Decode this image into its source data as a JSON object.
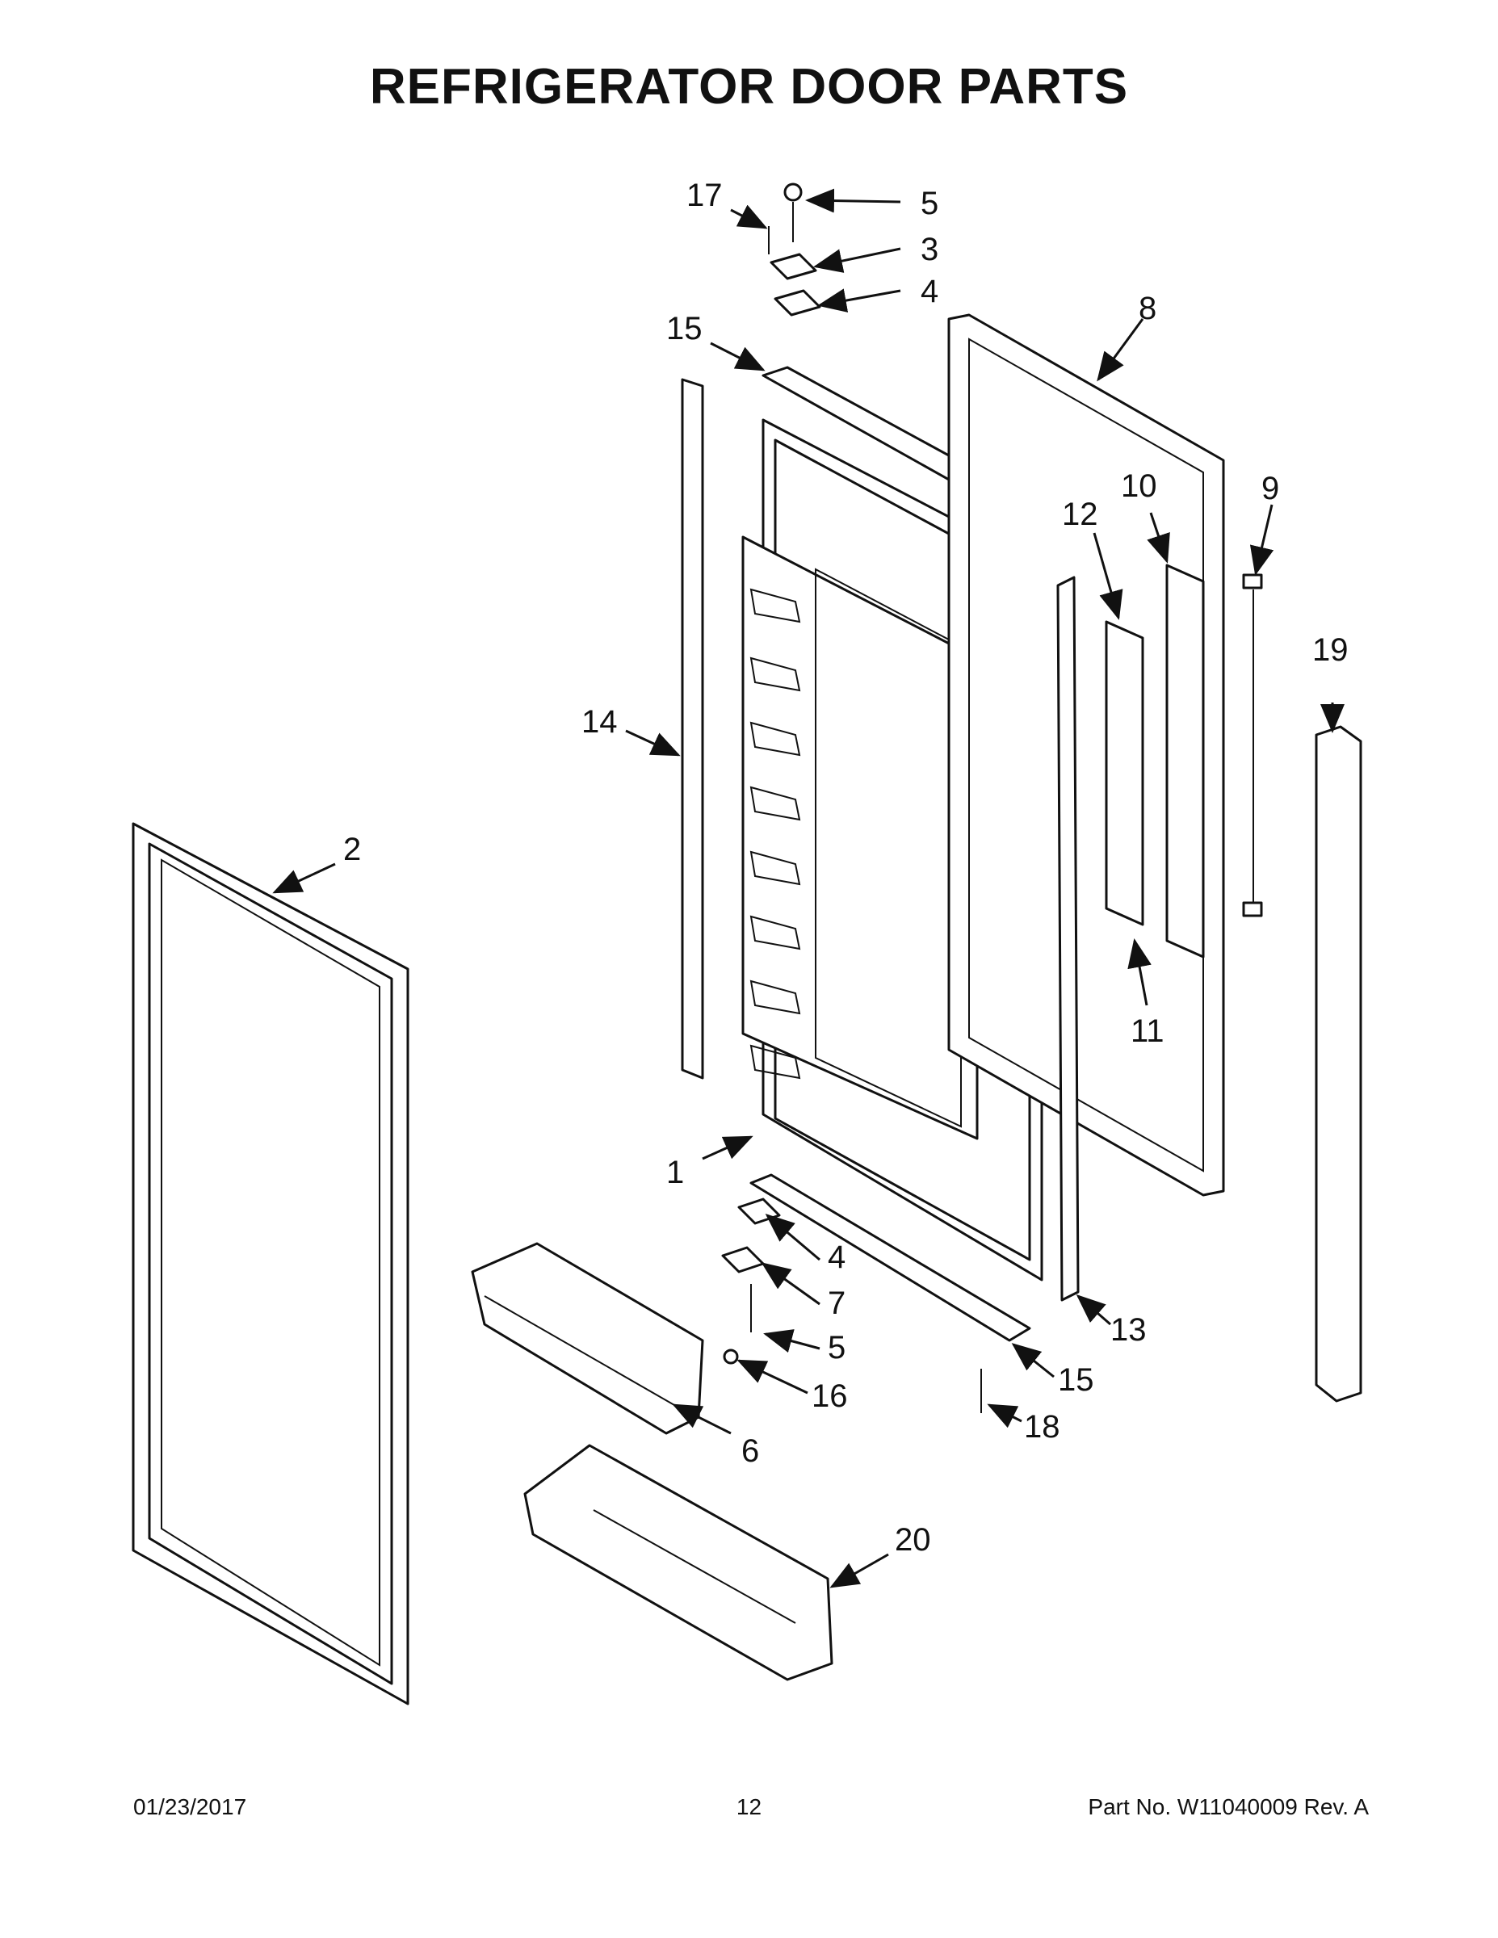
{
  "title": "REFRIGERATOR DOOR PARTS",
  "callouts": {
    "c1": "1",
    "c2": "2",
    "c3": "3",
    "c4a": "4",
    "c4b": "4",
    "c5a": "5",
    "c5b": "5",
    "c6": "6",
    "c7": "7",
    "c8": "8",
    "c9": "9",
    "c10": "10",
    "c11": "11",
    "c12": "12",
    "c13": "13",
    "c14": "14",
    "c15a": "15",
    "c15b": "15",
    "c16": "16",
    "c17": "17",
    "c18": "18",
    "c19": "19",
    "c20": "20"
  },
  "footer": {
    "date": "01/23/2017",
    "page": "12",
    "part_no": "Part No.  W11040009  Rev.  A"
  }
}
